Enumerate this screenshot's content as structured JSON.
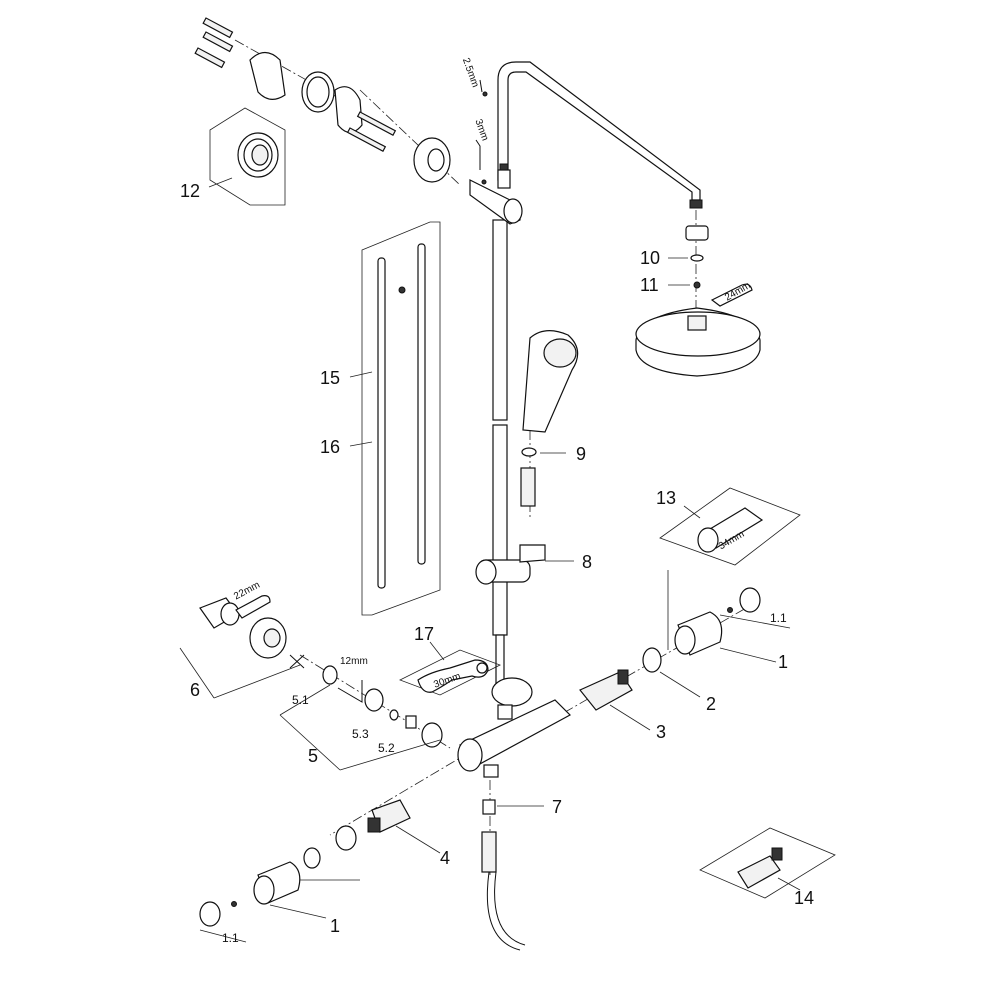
{
  "callouts": {
    "c1a": "1",
    "c1b": "1",
    "c1_1a": "1.1",
    "c1_1b": "1.1",
    "c2": "2",
    "c3": "3",
    "c4": "4",
    "c5": "5",
    "c5_1": "5.1",
    "c5_2": "5.2",
    "c5_3": "5.3",
    "c6": "6",
    "c7": "7",
    "c8": "8",
    "c9": "9",
    "c10": "10",
    "c11": "11",
    "c12": "12",
    "c13": "13",
    "c14": "14",
    "c15": "15",
    "c16": "16",
    "c17": "17"
  },
  "tool_sizes": {
    "hex_arm": "2.5mm",
    "hex_bracket": "3mm",
    "wrench_head": "24mm",
    "wrench_inlet": "22mm",
    "hex_key": "12mm",
    "spanner_cartridge": "34mm",
    "spanner_17": "30mm"
  }
}
